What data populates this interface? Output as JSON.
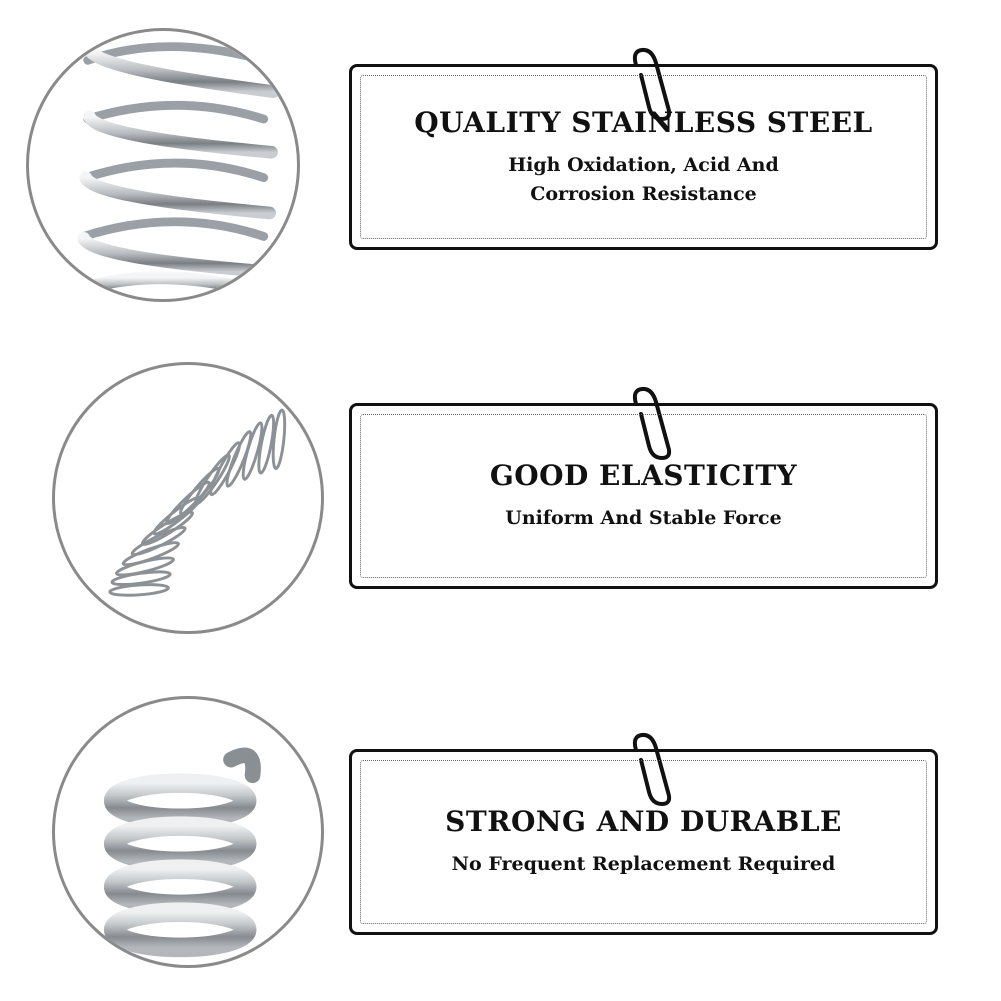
{
  "features": [
    {
      "title": "QUALITY STAINLESS STEEL",
      "subtitle": "High Oxidation, Acid And Corrosion Resistance",
      "image_icon": "tight-coil-spring-icon"
    },
    {
      "title": "GOOD ELASTICITY",
      "subtitle": "Uniform And Stable Force",
      "image_icon": "bent-spring-icon"
    },
    {
      "title": "STRONG AND DURABLE",
      "subtitle": "No Frequent Replacement Required",
      "image_icon": "thick-coil-spring-icon"
    }
  ],
  "colors": {
    "circle_border": "#8a8a8a",
    "card_border": "#111111",
    "text": "#111111",
    "steel_light": "#e8eaec",
    "steel_dark": "#6f7478"
  }
}
